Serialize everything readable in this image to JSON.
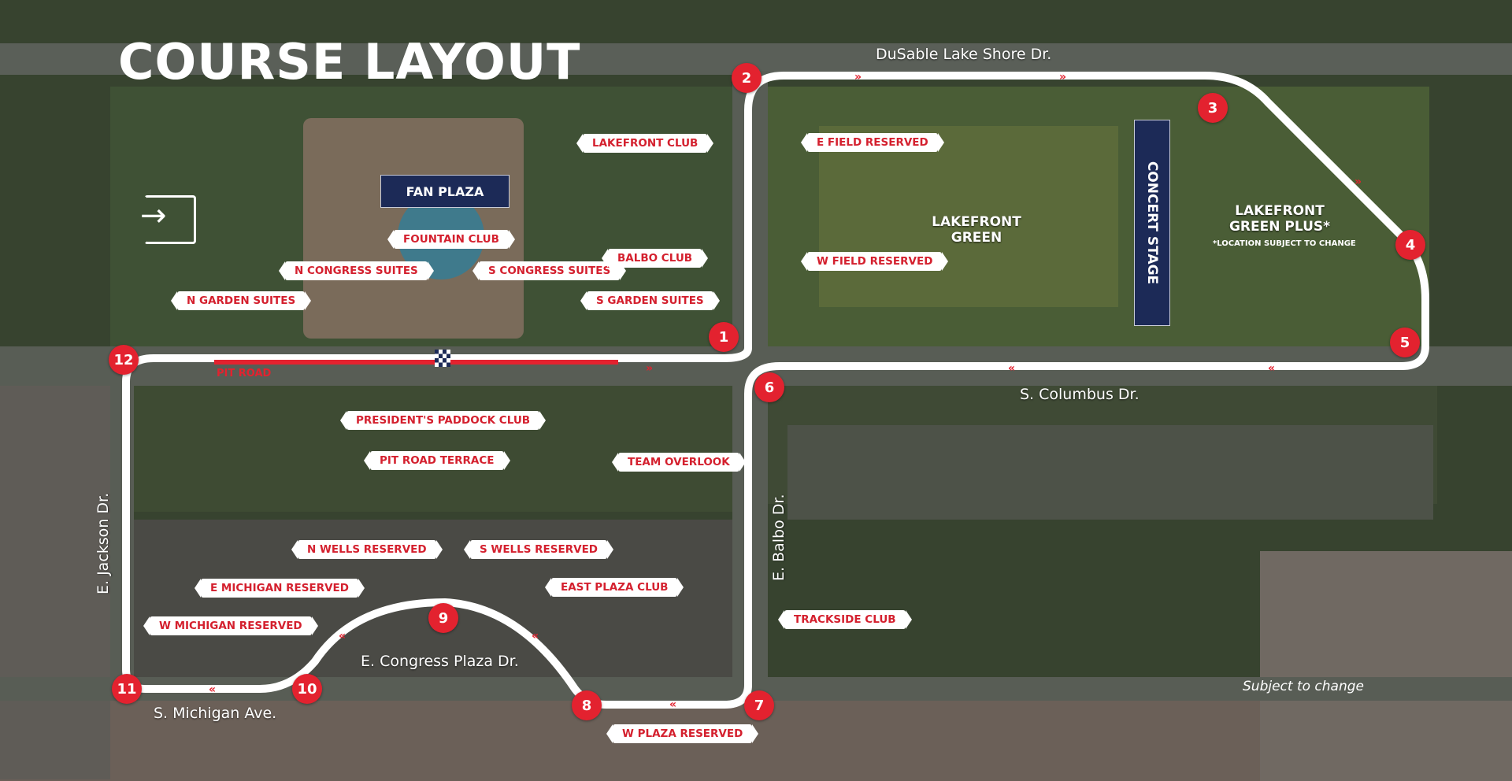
{
  "title": "COURSE LAYOUT",
  "streets": {
    "dusable": "DuSable Lake Shore Dr.",
    "columbus": "S. Columbus Dr.",
    "balbo": "E. Balbo Dr.",
    "jackson": "E. Jackson Dr.",
    "congress": "E. Congress Plaza Dr.",
    "michigan": "S. Michigan Ave."
  },
  "areas": {
    "fan_plaza": "FAN PLAZA",
    "lakefront_green": "LAKEFRONT GREEN",
    "concert_stage": "CONCERT STAGE",
    "lakefront_green_plus": "LAKEFRONT GREEN PLUS*",
    "location_note": "*LOCATION SUBJECT TO CHANGE",
    "pit_road": "PIT ROAD"
  },
  "venues": [
    "LAKEFRONT CLUB",
    "E FIELD RESERVED",
    "W FIELD RESERVED",
    "FOUNTAIN CLUB",
    "N CONGRESS SUITES",
    "S CONGRESS SUITES",
    "BALBO CLUB",
    "N GARDEN SUITES",
    "S GARDEN SUITES",
    "PRESIDENT'S PADDOCK CLUB",
    "PIT ROAD TERRACE",
    "TEAM OVERLOOK",
    "N WELLS RESERVED",
    "S WELLS RESERVED",
    "E MICHIGAN RESERVED",
    "EAST PLAZA CLUB",
    "W MICHIGAN RESERVED",
    "TRACKSIDE CLUB",
    "W PLAZA RESERVED"
  ],
  "turns": [
    "1",
    "2",
    "3",
    "4",
    "5",
    "6",
    "7",
    "8",
    "9",
    "10",
    "11",
    "12"
  ],
  "footer_note": "Subject to change",
  "icons": {
    "entry": "entrance-arrow-icon",
    "start_finish": "checkered-flag-icon",
    "direction": "chevron-double-icon"
  },
  "colors": {
    "accent_red": "#e3222f",
    "navy": "#1c2a57",
    "track": "#ffffff"
  }
}
